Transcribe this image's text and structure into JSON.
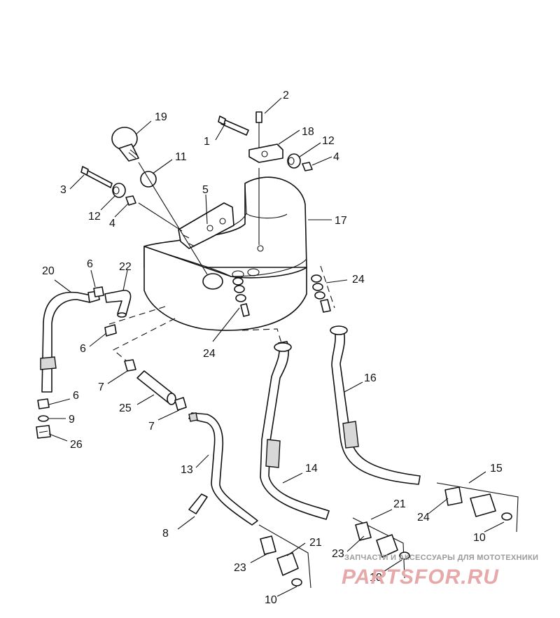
{
  "callouts": [
    {
      "id": "c1",
      "label": "1"
    },
    {
      "id": "c2",
      "label": "2"
    },
    {
      "id": "c3",
      "label": "3"
    },
    {
      "id": "c4a",
      "label": "4"
    },
    {
      "id": "c4b",
      "label": "4"
    },
    {
      "id": "c5",
      "label": "5"
    },
    {
      "id": "c6a",
      "label": "6"
    },
    {
      "id": "c6b",
      "label": "6"
    },
    {
      "id": "c6c",
      "label": "6"
    },
    {
      "id": "c7a",
      "label": "7"
    },
    {
      "id": "c7b",
      "label": "7"
    },
    {
      "id": "c8",
      "label": "8"
    },
    {
      "id": "c9",
      "label": "9"
    },
    {
      "id": "c10a",
      "label": "10"
    },
    {
      "id": "c10b",
      "label": "10"
    },
    {
      "id": "c10c",
      "label": "10"
    },
    {
      "id": "c11",
      "label": "11"
    },
    {
      "id": "c12a",
      "label": "12"
    },
    {
      "id": "c12b",
      "label": "12"
    },
    {
      "id": "c13",
      "label": "13"
    },
    {
      "id": "c14",
      "label": "14"
    },
    {
      "id": "c15",
      "label": "15"
    },
    {
      "id": "c16",
      "label": "16"
    },
    {
      "id": "c17",
      "label": "17"
    },
    {
      "id": "c18",
      "label": "18"
    },
    {
      "id": "c19",
      "label": "19"
    },
    {
      "id": "c20",
      "label": "20"
    },
    {
      "id": "c21a",
      "label": "21"
    },
    {
      "id": "c21b",
      "label": "21"
    },
    {
      "id": "c22",
      "label": "22"
    },
    {
      "id": "c23a",
      "label": "23"
    },
    {
      "id": "c23b",
      "label": "23"
    },
    {
      "id": "c24a",
      "label": "24"
    },
    {
      "id": "c24b",
      "label": "24"
    },
    {
      "id": "c24c",
      "label": "24"
    },
    {
      "id": "c25",
      "label": "25"
    },
    {
      "id": "c26",
      "label": "26"
    }
  ],
  "watermark": {
    "tagline": "ЗАПЧАСТИ И АКСЕССУАРЫ ДЛЯ МОТОТЕХНИКИ",
    "brand": "PARTSFOR.RU"
  }
}
